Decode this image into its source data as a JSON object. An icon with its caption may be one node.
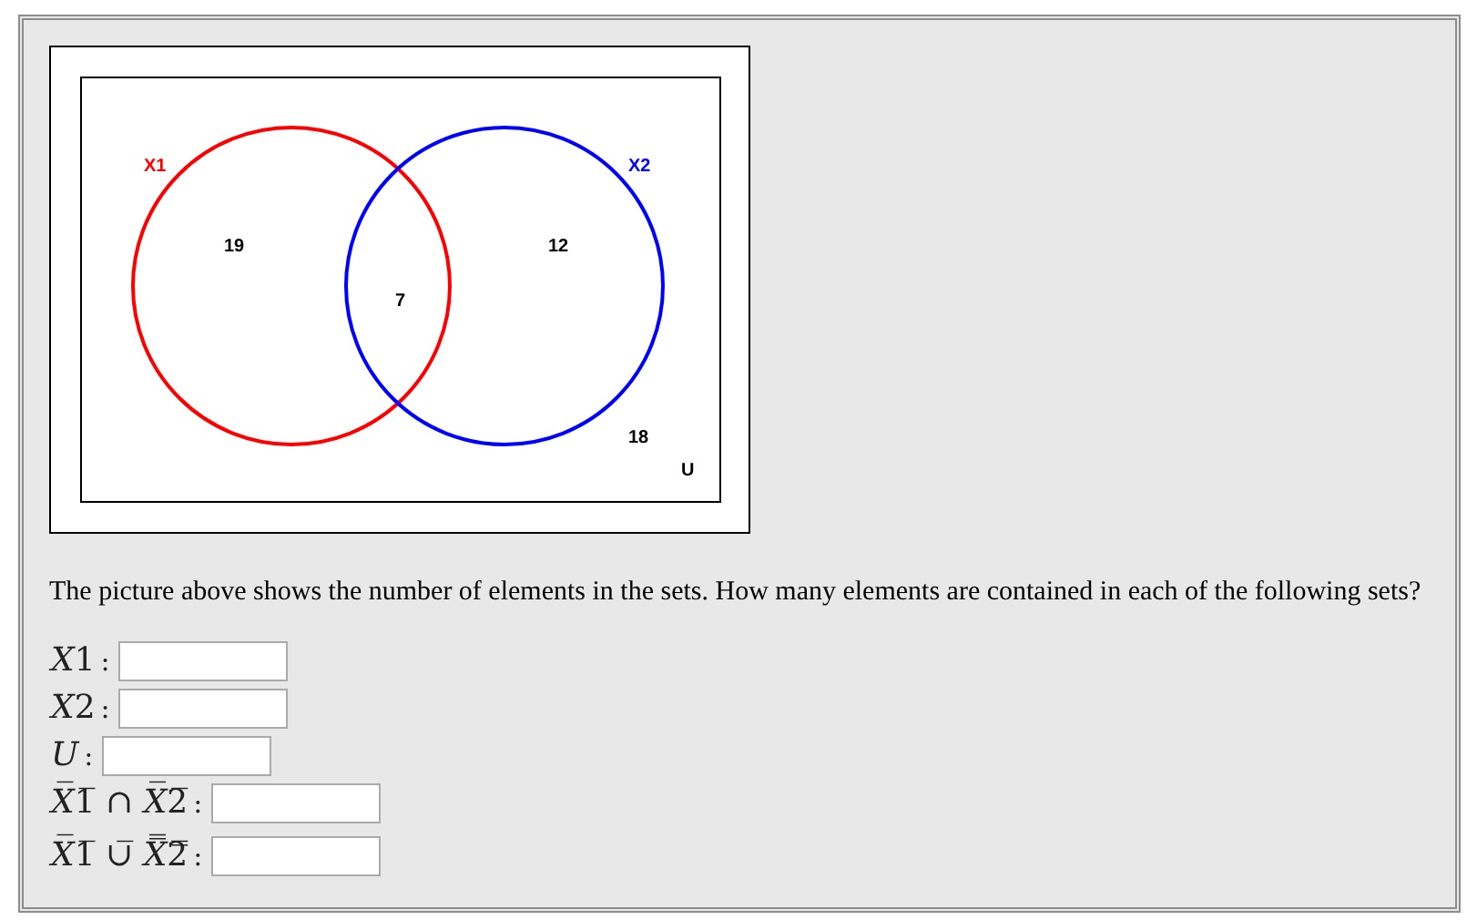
{
  "diagram": {
    "nodes": [
      {
        "text": [
          "18",
          "U"
        ]
      },
      {
        "text": [
          "X1",
          "19"
        ],
        "in": 0
      },
      {
        "text": [
          "X2",
          "12"
        ],
        "in": 0
      }
    ],
    "labels": [
      "7",
      "The picture above shows the number of elements in the sets. How many elements are contained in each of the following sets?",
      "X1:",
      "X2:",
      "U:",
      "X̅1̅ ∩ X̅2̅:",
      "X̅1̅ ∪̅ X̿2̿:"
    ]
  }
}
